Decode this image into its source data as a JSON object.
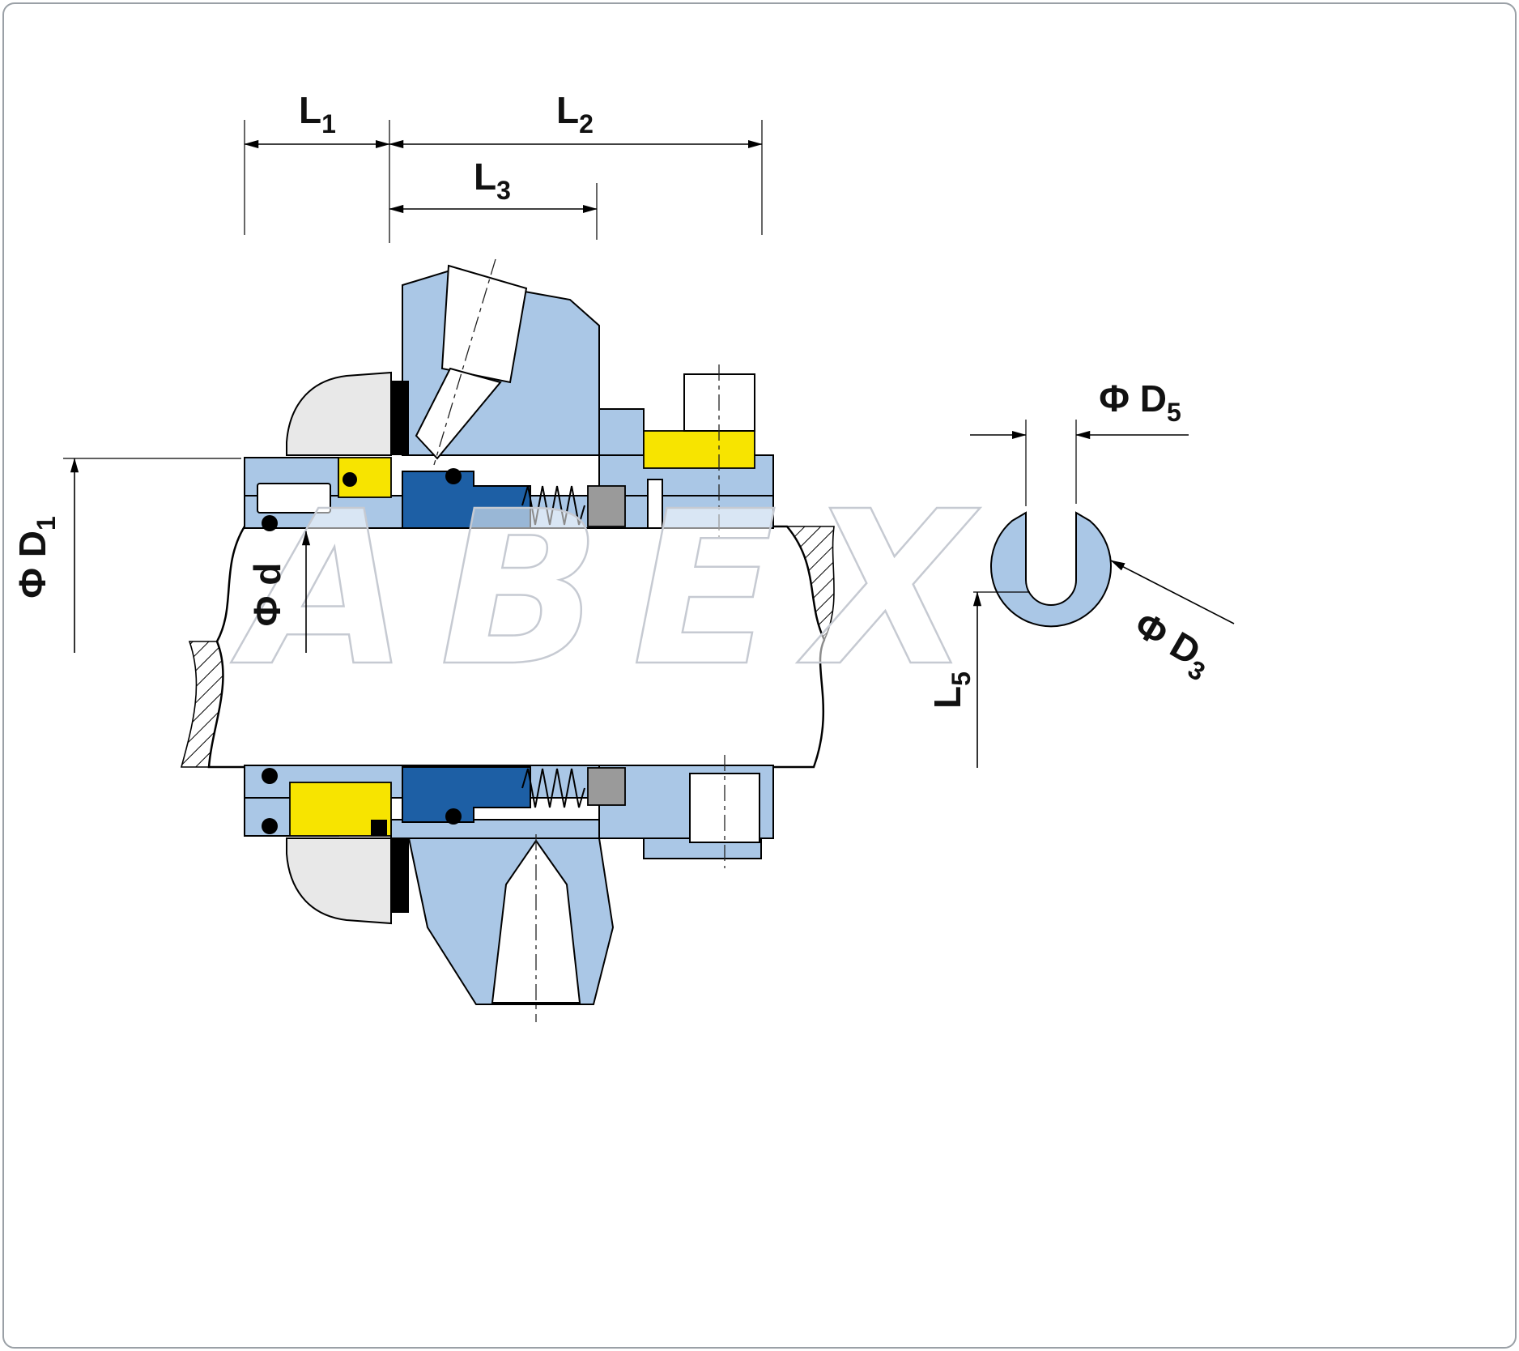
{
  "watermark": "ABEX",
  "colors": {
    "body_blue": "#aac7e6",
    "dark_blue": "#1d5fa5",
    "yellow": "#f7e400",
    "gray_part": "#9a9a9a",
    "light_gray": "#e8e8e8",
    "watermark": "#c6cad2"
  },
  "dimensions": {
    "L1": {
      "main": "L",
      "sub": "1"
    },
    "L2": {
      "main": "L",
      "sub": "2"
    },
    "L3": {
      "main": "L",
      "sub": "3"
    },
    "D1": {
      "main": "Φ D",
      "sub": "1"
    },
    "d": {
      "main": "Φ d",
      "sub": ""
    },
    "D5": {
      "main": "Φ D",
      "sub": "5"
    },
    "L5": {
      "main": "L",
      "sub": "5"
    },
    "D3": {
      "main": "Φ D",
      "sub": "3"
    }
  }
}
